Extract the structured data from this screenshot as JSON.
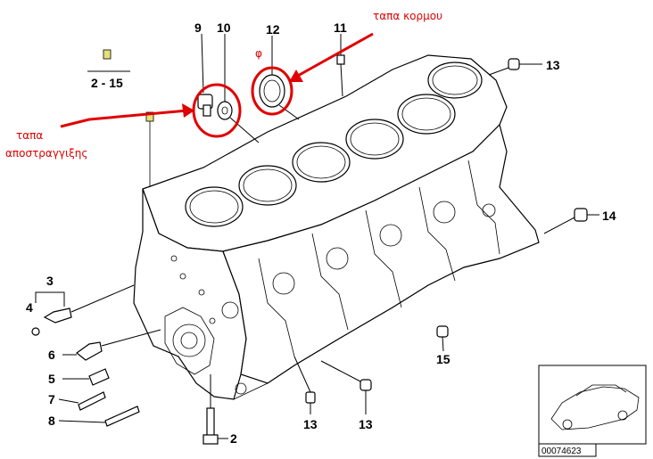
{
  "callouts": {
    "c2": "2",
    "c3": "3",
    "c4": "4",
    "c5": "5",
    "c6": "6",
    "c7": "7",
    "c8": "8",
    "c9": "9",
    "c10": "10",
    "c11": "11",
    "c12": "12",
    "c13a": "13",
    "c13b": "13",
    "c13c": "13",
    "c14": "14",
    "c15": "15"
  },
  "reference": {
    "label": "2 - 15",
    "marker_color": "#e6e07a"
  },
  "annotations": {
    "drain_plug": {
      "line1": "ταπα",
      "line2": "αποστραγγιξης"
    },
    "block_plug": "ταπα κορμου",
    "small_mark": "φ",
    "color": "#e00000"
  },
  "thumbnail": {
    "code": "00074623"
  }
}
